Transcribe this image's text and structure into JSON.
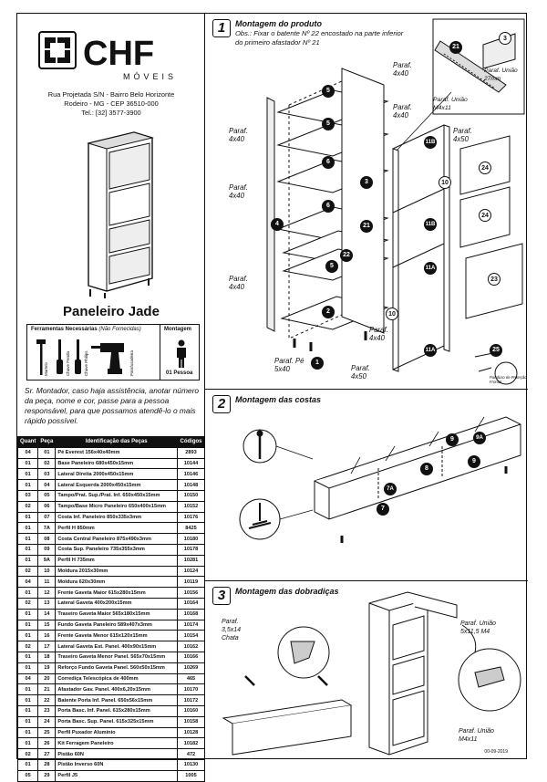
{
  "brand": {
    "name": "CHF",
    "subtitle": "MÓVEIS"
  },
  "address": {
    "line1": "Rua Projetada S/N - Bairro Belo Horizonte",
    "line2": "Rodeiro - MG - CEP 36510-000",
    "line3": "Tel.: [32] 3577-3900"
  },
  "product": {
    "name": "Paneleiro Jade"
  },
  "tools": {
    "title": "Ferramentas Necessárias",
    "title_note": "(Não Fornecidas)",
    "labels": [
      "Martelo",
      "Chave Fenda",
      "Chave Philips",
      "Parafusadeira"
    ]
  },
  "assembly": {
    "title": "Montagem",
    "people": "01 Pessoa"
  },
  "notice": "Sr. Montador, caso haja assistência, anotar número da peça, nome e cor, passe para a pessoa responsável, para que possamos atendê-lo o mais rápido possível.",
  "parts_table": {
    "headers": [
      "Quant",
      "Peça",
      "Identificação das Peças",
      "Códigos"
    ],
    "rows": [
      [
        "04",
        "01",
        "Pé Everest 156x40x40mm",
        "2893"
      ],
      [
        "01",
        "02",
        "Base Paneleiro 680x450x15mm",
        "10144"
      ],
      [
        "01",
        "03",
        "Lateral Direita 2000x450x15mm",
        "10146"
      ],
      [
        "01",
        "04",
        "Lateral Esquerda 2000x450x15mm",
        "10148"
      ],
      [
        "03",
        "05",
        "Tampo/Prat. Sup./Prat. Inf. 650x450x15mm",
        "10150"
      ],
      [
        "02",
        "06",
        "Tampo/Base Micro Paneleiro 650x400x15mm",
        "10152"
      ],
      [
        "01",
        "07",
        "Costa Inf. Paneleiro 850x335x3mm",
        "10176"
      ],
      [
        "01",
        "7A",
        "Perfil H 850mm",
        "8425"
      ],
      [
        "01",
        "08",
        "Costa Central Paneleiro 875x490x3mm",
        "10180"
      ],
      [
        "01",
        "09",
        "Costa Sup. Paneleiro 735x355x3mm",
        "10178"
      ],
      [
        "01",
        "9A",
        "Perfil H 735mm",
        "10281"
      ],
      [
        "02",
        "10",
        "Moldura 2015x30mm",
        "10124"
      ],
      [
        "04",
        "11",
        "Moldura 620x30mm",
        "10119"
      ],
      [
        "01",
        "12",
        "Frente Gaveta Maior 615x280x15mm",
        "10156"
      ],
      [
        "02",
        "13",
        "Lateral Gaveta 400x200x15mm",
        "10164"
      ],
      [
        "01",
        "14",
        "Traseiro Gaveta Maior 565x180x15mm",
        "10168"
      ],
      [
        "01",
        "15",
        "Fundo Gaveta Paneleiro 589x407x3mm",
        "10174"
      ],
      [
        "01",
        "16",
        "Frente Gaveta Menor 615x120x15mm",
        "10154"
      ],
      [
        "02",
        "17",
        "Lateral Gaveta Est. Panel. 400x90x15mm",
        "10162"
      ],
      [
        "01",
        "18",
        "Traseiro Gaveta Menor Panel. 565x70x15mm",
        "10166"
      ],
      [
        "01",
        "19",
        "Reforço Fundo Gaveta Panel. 560x50x15mm",
        "10269"
      ],
      [
        "04",
        "20",
        "Corrediça Telescópica de 400mm",
        "465"
      ],
      [
        "01",
        "21",
        "Afastador Gav. Panel. 400x6,20x15mm",
        "10170"
      ],
      [
        "01",
        "22",
        "Batente Porta Inf. Panel. 650x56x15mm",
        "10172"
      ],
      [
        "01",
        "23",
        "Porta Basc. Inf. Panel. 615x280x15mm",
        "10160"
      ],
      [
        "01",
        "24",
        "Porta Basc. Sup. Panel. 615x325x15mm",
        "10158"
      ],
      [
        "01",
        "25",
        "Perfil Puxador Alumínio",
        "10128"
      ],
      [
        "01",
        "26",
        "Kit Ferragem Paneleiro",
        "10182"
      ],
      [
        "02",
        "27",
        "Pistão 60N",
        "472"
      ],
      [
        "01",
        "28",
        "Pistão Inverso 60N",
        "10130"
      ],
      [
        "05",
        "29",
        "Perfil J5",
        "1005"
      ]
    ]
  },
  "step1": {
    "number": "1",
    "title": "Montagem do produto",
    "obs": "Obs.: Fixar o batente Nº 22 encostado na parte inferior do primeiro afastador Nº 21",
    "labels": {
      "paraf_4x40": "Paraf. 4x40",
      "paraf_4x50": "Paraf. 4x50",
      "paraf_pe": "Paraf. Pé 5x40",
      "paraf_uniao_27": "Paraf. União 27mm",
      "paraf_uniao_m4": "Paraf. União M4x11",
      "protecao": "Parafuso de Proteção Frontal"
    },
    "badges": [
      "5",
      "5",
      "6",
      "6",
      "5",
      "2",
      "4",
      "3",
      "1",
      "11B",
      "11B",
      "11A",
      "11A",
      "10",
      "10",
      "24",
      "24",
      "23",
      "21",
      "22",
      "25",
      "21",
      "3"
    ]
  },
  "step2": {
    "number": "2",
    "title": "Montagem das costas",
    "badges": [
      "9",
      "9A",
      "9",
      "8",
      "7A",
      "7"
    ]
  },
  "step3": {
    "number": "3",
    "title": "Montagem das dobradiças",
    "labels": {
      "paraf_chata": "Paraf. 3,5x14 Chata",
      "paraf_uniao_5": "Paraf. União 5x11,5 M4",
      "paraf_uniao_m4": "Paraf. União M4x11"
    }
  },
  "date": "00-09-2019"
}
